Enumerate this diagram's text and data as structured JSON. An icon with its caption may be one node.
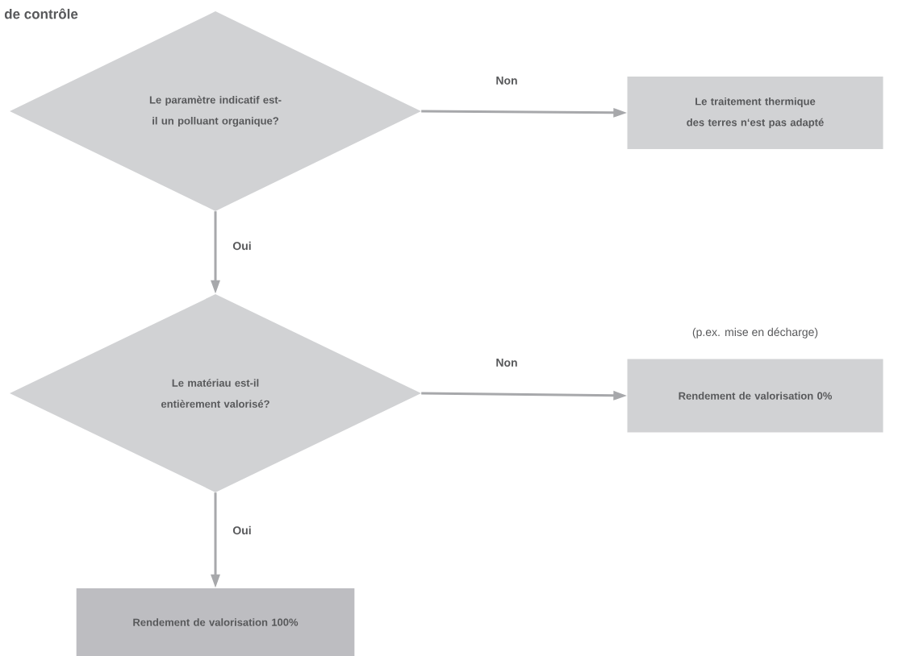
{
  "diagram": {
    "title": "de contrôle",
    "nodes": [
      {
        "text": [
          "Le paramètre indicatif est-il un polluant organique?"
        ]
      },
      {
        "text": [
          "Le traitement thermique des terres n‘est pas adapté"
        ]
      },
      {
        "text": [
          "Le matériau est-il entièrement valorisé?"
        ]
      },
      {
        "text": [
          "Rendement de valorisation 0%"
        ],
        "beside": [
          "(p.ex. mise en décharge)"
        ]
      },
      {
        "text": [
          "Rendement de valorisation 100%"
        ]
      }
    ],
    "edges": [
      {
        "from": 0,
        "to": 1,
        "arrow": "to",
        "label": "Non"
      },
      {
        "from": 0,
        "to": 2,
        "arrow": "to",
        "label": "Oui"
      },
      {
        "from": 2,
        "to": 3,
        "arrow": "to",
        "label": "Non"
      },
      {
        "from": 2,
        "to": 4,
        "arrow": "to",
        "label": "Oui"
      }
    ]
  }
}
